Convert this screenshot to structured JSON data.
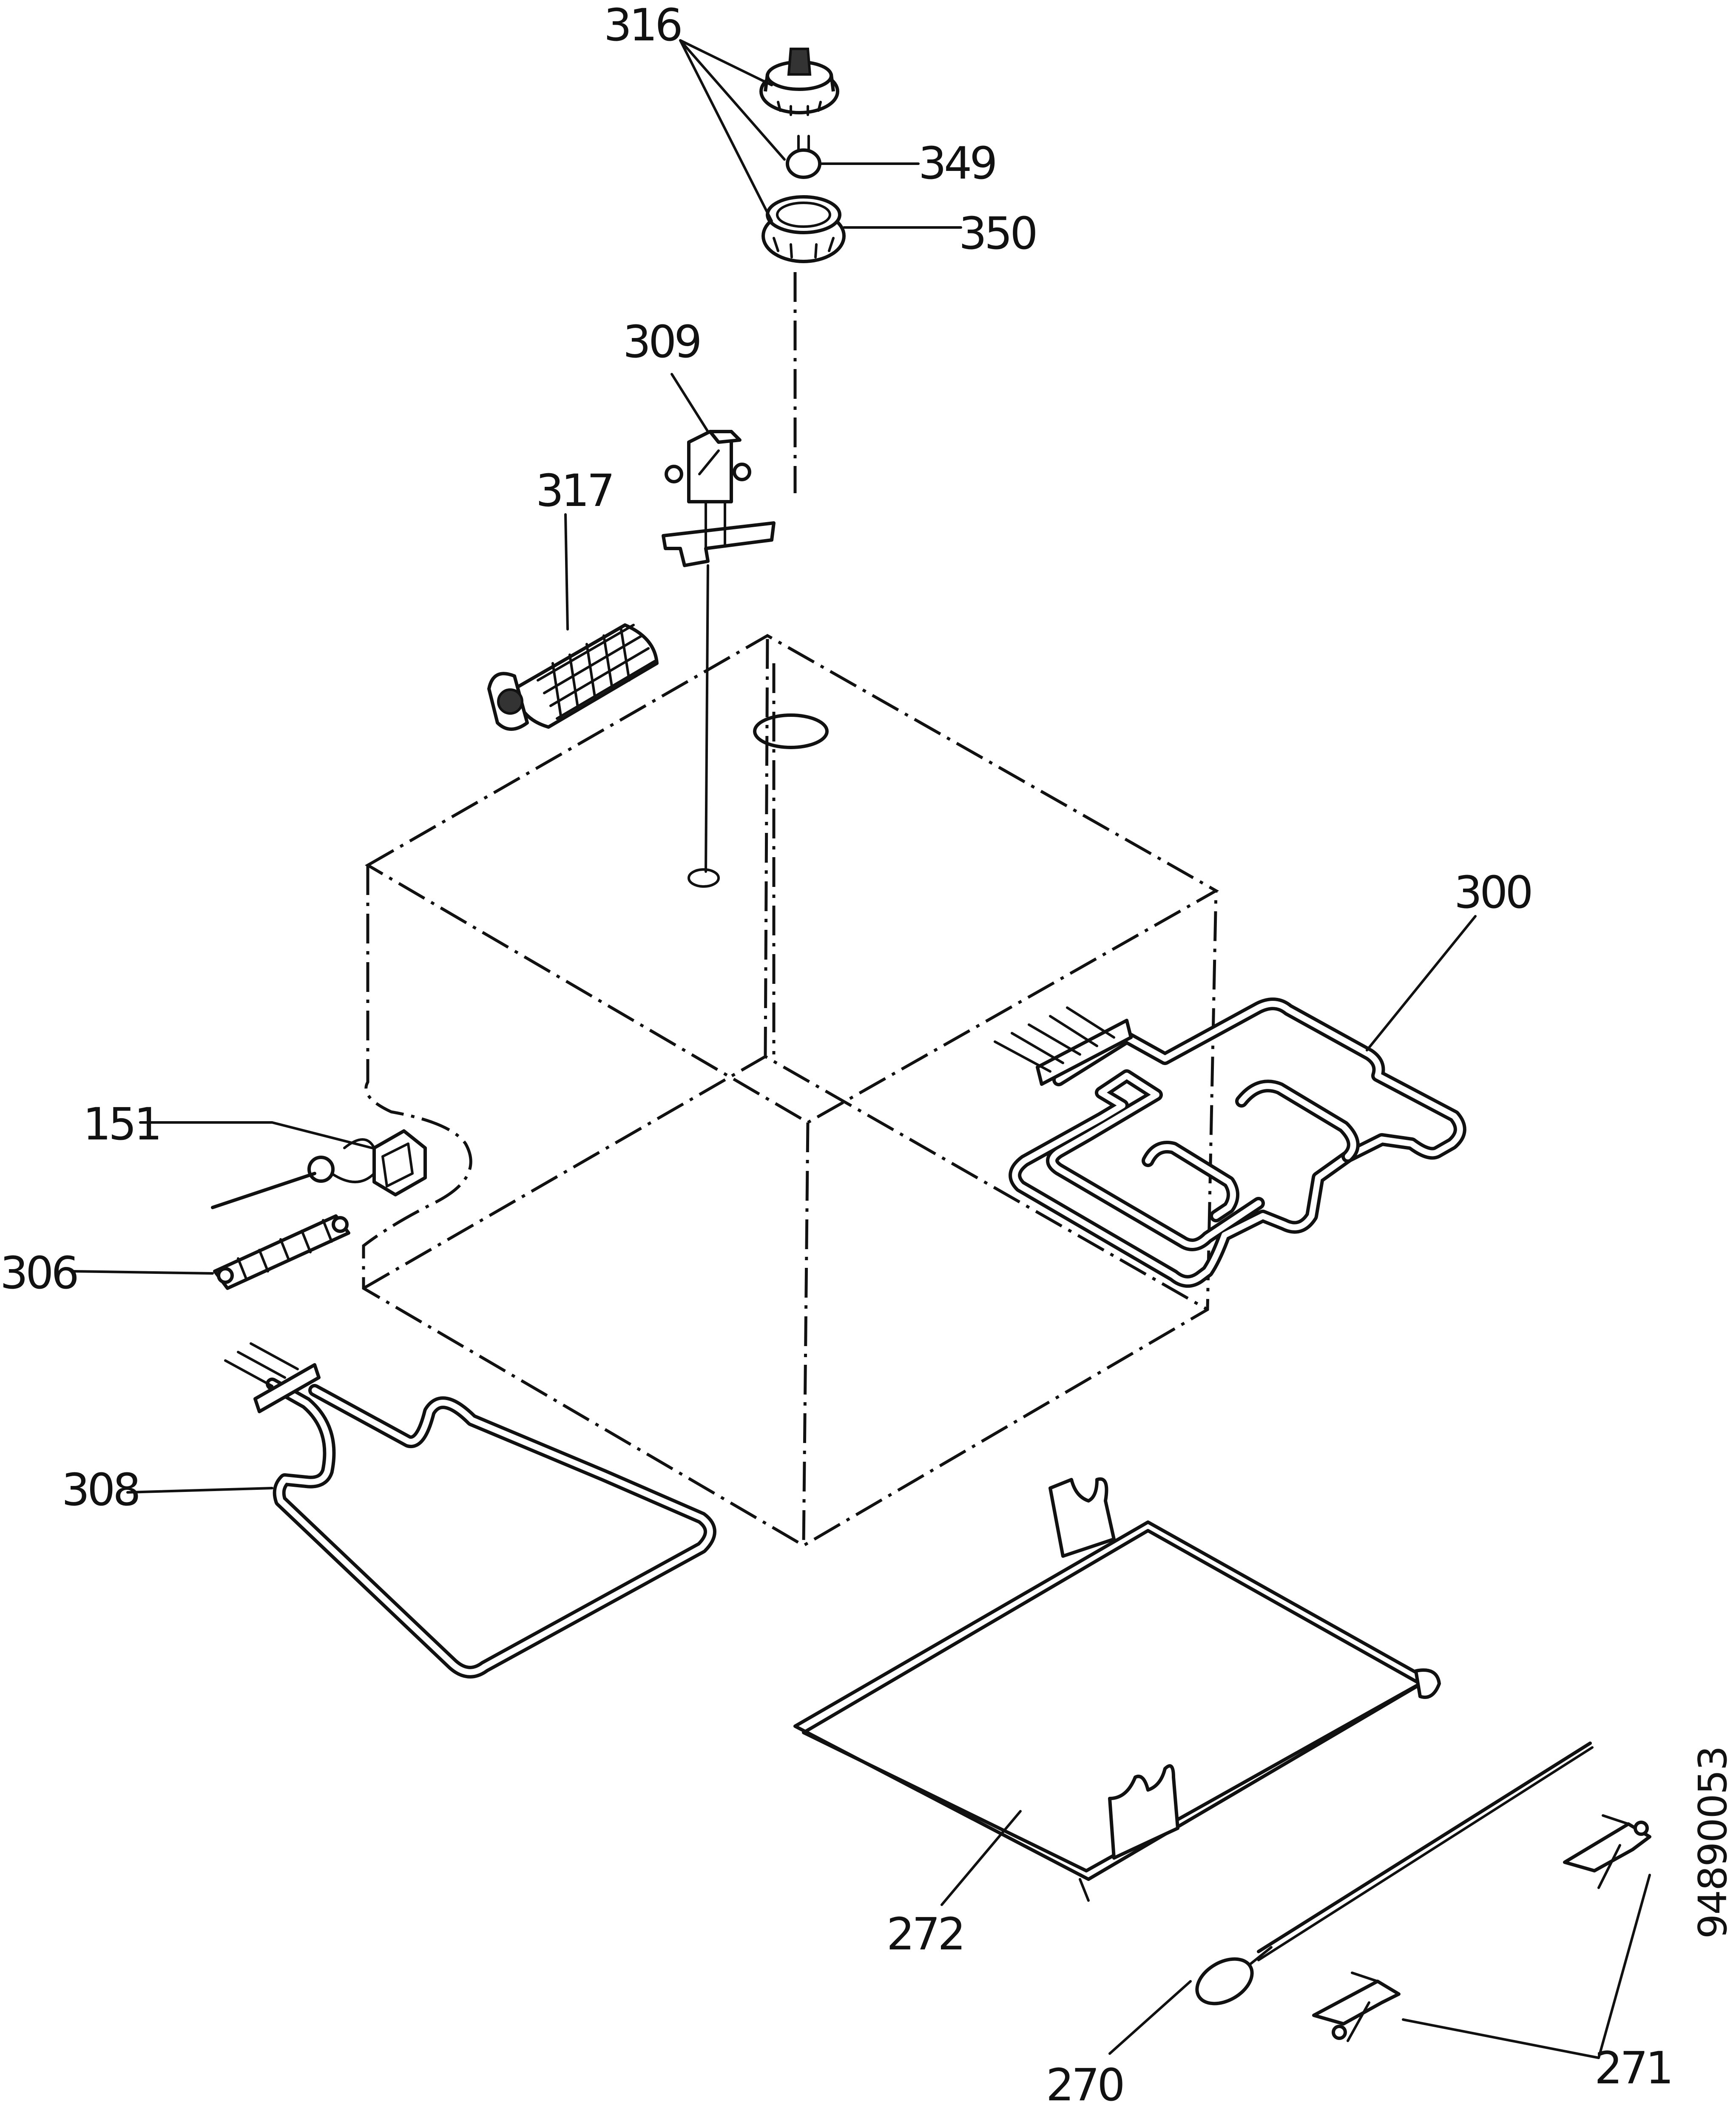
{
  "labels": {
    "p316": "316",
    "p349": "349",
    "p350": "350",
    "p309": "309",
    "p317": "317",
    "p300": "300",
    "p151": "151",
    "p306": "306",
    "p308": "308",
    "p272": "272",
    "p270": "270",
    "p271": "271"
  },
  "document_id": "94890053",
  "colors": {
    "line": "#111111",
    "background": "#ffffff"
  }
}
